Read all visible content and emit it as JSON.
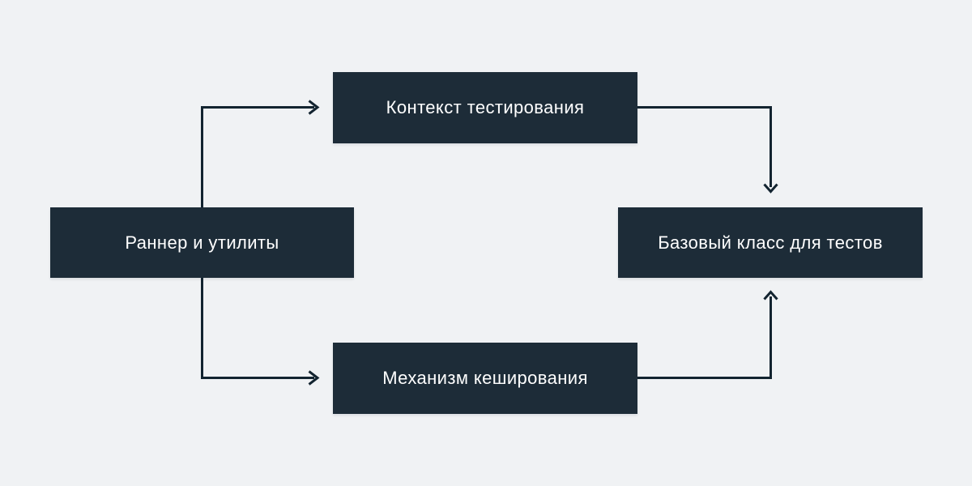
{
  "diagram": {
    "type": "flowchart",
    "nodes": {
      "runner": {
        "label": "Раннер и утилиты"
      },
      "context": {
        "label": "Контекст тестирования"
      },
      "cache": {
        "label": "Механизм кеширования"
      },
      "base": {
        "label": "Базовый класс для тестов"
      }
    },
    "edges": [
      {
        "from": "runner",
        "to": "context",
        "route": "up-then-right"
      },
      {
        "from": "context",
        "to": "base",
        "route": "right-then-down"
      },
      {
        "from": "runner",
        "to": "cache",
        "route": "down-then-right"
      },
      {
        "from": "cache",
        "to": "base",
        "route": "right-then-up"
      }
    ]
  },
  "colors": {
    "background": "#f0f2f4",
    "node_fill": "#1d2c38",
    "node_text": "#ffffff",
    "connector": "#132430"
  }
}
